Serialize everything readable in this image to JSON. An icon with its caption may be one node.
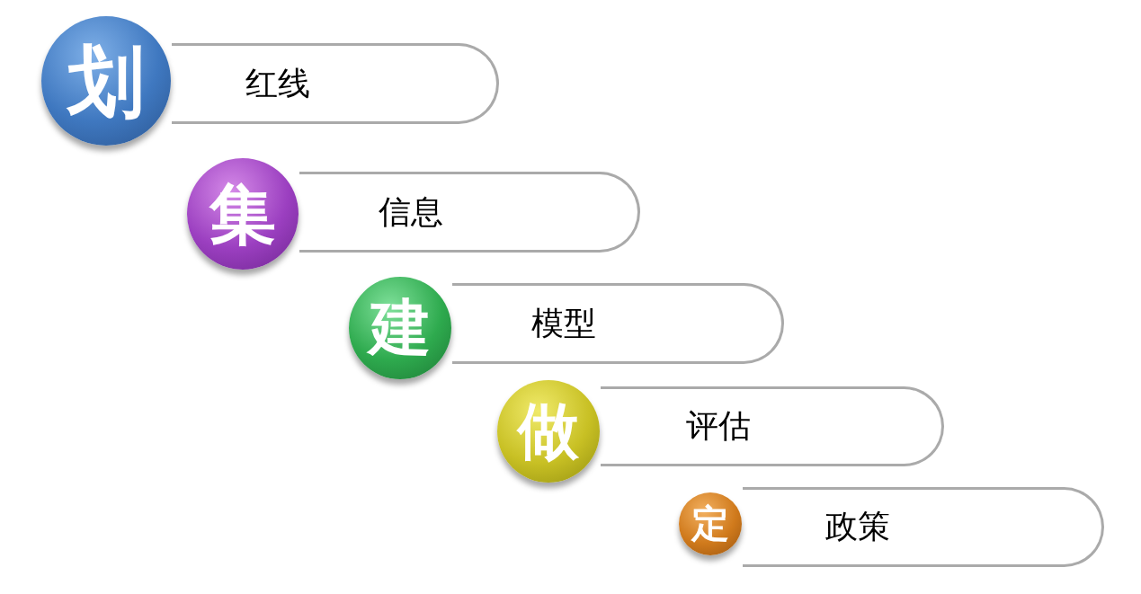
{
  "diagram": {
    "nodes": [
      {
        "text": [
          "划"
        ]
      },
      {
        "text": [
          "红线"
        ]
      },
      {
        "text": [
          "集"
        ]
      },
      {
        "text": [
          "信息"
        ]
      },
      {
        "text": [
          "建"
        ]
      },
      {
        "text": [
          "模型"
        ]
      },
      {
        "text": [
          "做"
        ]
      },
      {
        "text": [
          "评估"
        ]
      },
      {
        "text": [
          "定"
        ]
      },
      {
        "text": [
          "政策"
        ]
      }
    ]
  }
}
